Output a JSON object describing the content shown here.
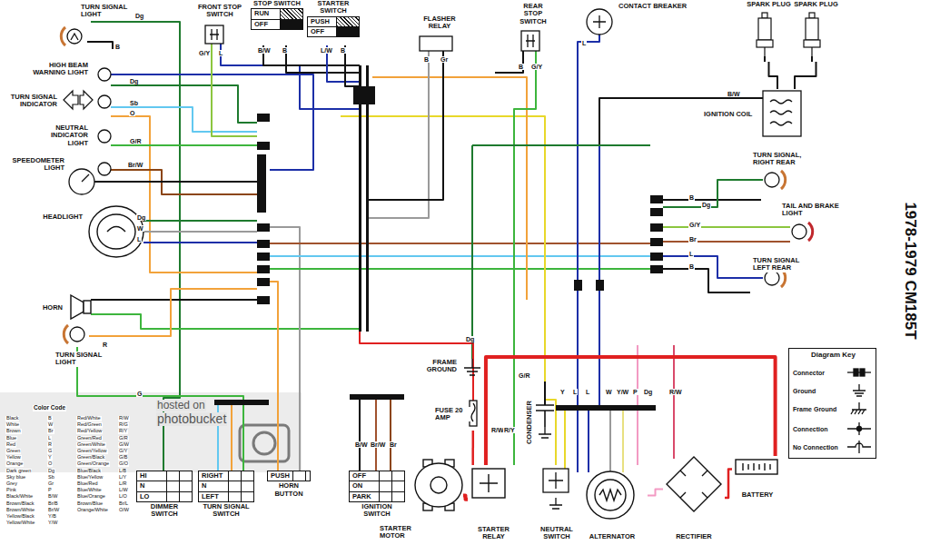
{
  "diagram": {
    "title": "1978-1979 CM185T",
    "nodes": [
      {
        "text": [
          "TURN SIGNAL LIGHT"
        ]
      },
      {
        "text": [
          "FRONT STOP SWITCH"
        ]
      },
      {
        "text": [
          "STOP SWITCH",
          "RUN",
          "OFF"
        ]
      },
      {
        "text": [
          "STARTER SWITCH",
          "PUSH",
          "OFF"
        ]
      },
      {
        "text": [
          "FLASHER RELAY"
        ]
      },
      {
        "text": [
          "REAR STOP SWITCH"
        ]
      },
      {
        "text": [
          "CONTACT BREAKER"
        ]
      },
      {
        "text": [
          "SPARK PLUG"
        ]
      },
      {
        "text": [
          "SPARK PLUG"
        ]
      },
      {
        "text": [
          "HIGH BEAM WARNING LIGHT"
        ]
      },
      {
        "text": [
          "TURN SIGNAL INDICATOR"
        ]
      },
      {
        "text": [
          "IGNITION COIL"
        ]
      },
      {
        "text": [
          "NEUTRAL INDICATOR LIGHT"
        ]
      },
      {
        "text": [
          "SPEEDOMETER LIGHT"
        ]
      },
      {
        "text": [
          "TURN SIGNAL, RIGHT REAR"
        ]
      },
      {
        "text": [
          "HEADLIGHT"
        ]
      },
      {
        "text": [
          "TAIL AND BRAKE LIGHT"
        ]
      },
      {
        "text": [
          "TURN SIGNAL LEFT REAR"
        ]
      },
      {
        "text": [
          "HORN"
        ]
      },
      {
        "text": [
          "TURN SIGNAL LIGHT"
        ]
      },
      {
        "text": [
          "FRAME GROUND"
        ]
      },
      {
        "text": [
          "FUSE 20 AMP"
        ]
      },
      {
        "text": [
          "CONDENSER"
        ]
      },
      {
        "text": [
          "DIMMER SWITCH",
          "HI",
          "N",
          "LO"
        ]
      },
      {
        "text": [
          "TURN SIGNAL SWITCH",
          "RIGHT",
          "N",
          "LEFT"
        ]
      },
      {
        "text": [
          "HORN BUTTON",
          "PUSH"
        ]
      },
      {
        "text": [
          "IGNITION SWITCH",
          "OFF",
          "ON",
          "PARK"
        ]
      },
      {
        "text": [
          "STARTER MOTOR"
        ]
      },
      {
        "text": [
          "STARTER RELAY"
        ]
      },
      {
        "text": [
          "NEUTRAL SWITCH"
        ]
      },
      {
        "text": [
          "ALTERNATOR"
        ]
      },
      {
        "text": [
          "RECTIFIER"
        ]
      },
      {
        "text": [
          "BATTERY"
        ]
      }
    ],
    "edges": [
      {
        "from": 32,
        "to": 28,
        "arrow": "none"
      },
      {
        "from": 28,
        "to": 27,
        "arrow": "none"
      },
      {
        "from": 21,
        "to": 28,
        "arrow": "none"
      },
      {
        "from": 30,
        "to": 31,
        "arrow": "none"
      },
      {
        "from": 31,
        "to": 32,
        "arrow": "none"
      },
      {
        "from": 11,
        "to": 7,
        "arrow": "none"
      },
      {
        "from": 11,
        "to": 8,
        "arrow": "none"
      }
    ],
    "labels": [
      "Dg",
      "B",
      "G/Y",
      "L",
      "B/W",
      "B",
      "L/W",
      "B",
      "B",
      "Gr",
      "B",
      "G/Y",
      "L",
      "B/W",
      "Dg",
      "Sb",
      "O",
      "G/R",
      "Br/W",
      "Dg",
      "W",
      "L",
      "R",
      "G",
      "B",
      "Dg",
      "G/Y",
      "Br",
      "L",
      "B",
      "Dg",
      "R/W",
      "R/Y",
      "G/R",
      "Y",
      "L",
      "L",
      "W",
      "Y/W",
      "P",
      "Dg",
      "R/W",
      "B/W",
      "Br/W",
      "Br",
      "Diagram Key",
      "hosted on",
      "photobucket",
      "Color Code",
      "Black",
      "B",
      "White",
      "W",
      "Brown",
      "Br",
      "Blue",
      "L",
      "Red",
      "R",
      "Green",
      "G",
      "Yellow",
      "Y",
      "Orange",
      "O",
      "Dark green",
      "Dg",
      "Sky blue",
      "Sb",
      "Grey",
      "Gr",
      "Pink",
      "P",
      "Black/White",
      "B/W",
      "Brown/Black",
      "Br/B",
      "Brown/White",
      "Br/W",
      "Yellow/Black",
      "Y/B",
      "Yellow/White",
      "Y/W",
      "Red/White",
      "R/W",
      "Red/Green",
      "R/G",
      "Red/Yellow",
      "R/Y",
      "Green/Red",
      "G/R",
      "Green/White",
      "G/W",
      "Green/Yellow",
      "G/Y",
      "Green/Black",
      "G/B",
      "Green/Orange",
      "G/O",
      "Blue/Black",
      "L/B",
      "Blue/Yellow",
      "L/Y",
      "Blue/Red",
      "L/R",
      "Blue/White",
      "L/W",
      "Blue/Orange",
      "L/O",
      "Brown/Blue",
      "Br/L",
      "Orange/White",
      "O/W"
    ],
    "legend": [
      {
        "text": "Connector"
      },
      {
        "text": "Ground"
      },
      {
        "text": "Frame Ground"
      },
      {
        "text": "Connection"
      },
      {
        "text": "No Connection"
      }
    ]
  }
}
